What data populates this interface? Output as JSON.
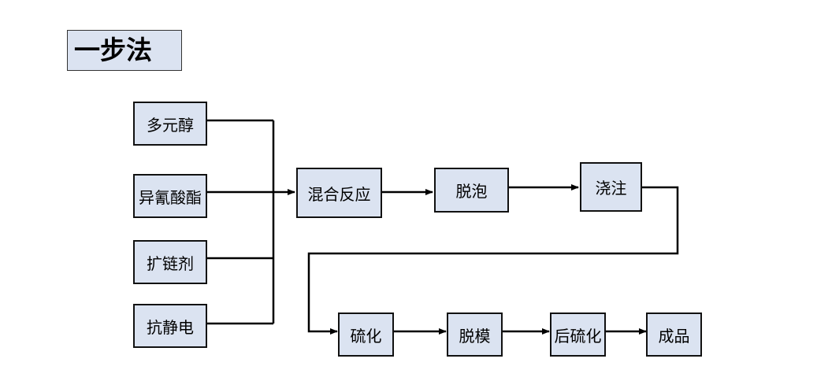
{
  "title": "一步法",
  "inputs": {
    "polyol": "多元醇",
    "isocyanate": "异氰酸酯",
    "chain_extender": "扩链剂",
    "antistatic": "抗静电"
  },
  "steps": {
    "mix": "混合反应",
    "degas": "脱泡",
    "pour": "浇注",
    "cure": "硫化",
    "demold": "脱模",
    "postcure": "后硫化",
    "product": "成品"
  },
  "colors": {
    "box_fill": "#dbe3f1",
    "line": "#000000"
  }
}
